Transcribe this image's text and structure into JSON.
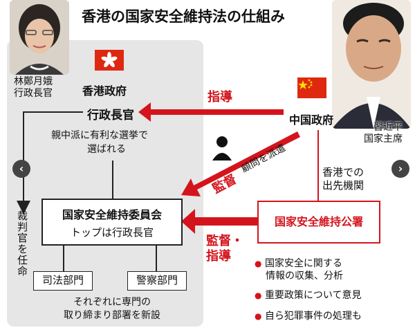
{
  "title": "香港の国家安全維持法の仕組み",
  "hk": {
    "leader_name": "林鄭月娥",
    "leader_role": "行政長官",
    "gov_label": "香港政府",
    "chief_exec": "行政長官",
    "elected_note_1": "親中派に有利な選挙で",
    "elected_note_2": "選ばれる",
    "judges_note": "裁判官を任命",
    "committee_title": "国家安全維持委員会",
    "committee_sub": "トップは行政長官",
    "dept_justice": "司法部門",
    "dept_police": "警察部門",
    "new_units_1": "それぞれに専門の",
    "new_units_2": "取り締まり部署を新設"
  },
  "cn": {
    "leader_name": "習近平",
    "leader_role": "国家主席",
    "gov_label": "中国政府",
    "guidance": "指導",
    "supervision": "監督",
    "dispatch_advisor": "顧問を派遣",
    "supervision_guidance_1": "監督・",
    "supervision_guidance_2": "指導",
    "outpost_1": "香港での",
    "outpost_2": "出先機関",
    "office": "国家安全維持公署",
    "bullets": [
      "国家安全に関する",
      "情報の収集、分析",
      "重要政策について意見",
      "自ら犯罪事件の処理も"
    ]
  },
  "nav": {
    "prev": "‹",
    "next": "›"
  },
  "colors": {
    "accent_red": "#d4141c",
    "panel_gray": "#e6e6e6",
    "dark": "#222222"
  }
}
